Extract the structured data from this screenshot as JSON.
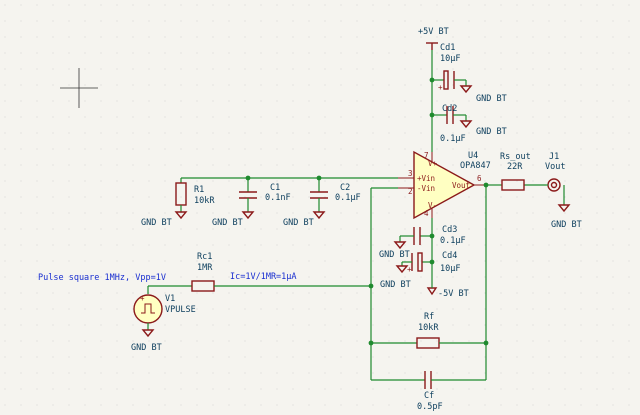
{
  "canvas": {
    "background": "#f5f4ef",
    "wire_color": "#1f8a2e",
    "symbol_color": "#8b1a1a",
    "body_fill": "#ffffc2",
    "text_color": "#0b3d5c",
    "note_color": "#1a2fd0"
  },
  "labels": {
    "pwr_pos": "+5V BT",
    "pwr_neg": "-5V BT",
    "gnd": "GND BT"
  },
  "components": {
    "cd1": {
      "ref": "Cd1",
      "value": "10µF"
    },
    "cd2": {
      "ref": "Cd2",
      "value": "0.1µF"
    },
    "cd3": {
      "ref": "Cd3",
      "value": "0.1µF"
    },
    "cd4": {
      "ref": "Cd4",
      "value": "10µF"
    },
    "u4": {
      "ref": "U4",
      "value": "OPA847",
      "pins": {
        "in_pos": "+Vin",
        "in_neg": "-Vin",
        "out": "Vout",
        "v_pos": "V+",
        "v_neg": "V-",
        "n3": "3",
        "n2": "2",
        "n6": "6",
        "n7": "7",
        "n4": "4"
      }
    },
    "r1": {
      "ref": "R1",
      "value": "10kR"
    },
    "c1": {
      "ref": "C1",
      "value": "0.1nF"
    },
    "c2": {
      "ref": "C2",
      "value": "0.1µF"
    },
    "rs_out": {
      "ref": "Rs_out",
      "value": "22R"
    },
    "j1": {
      "ref": "J1",
      "value": "Vout"
    },
    "rc1": {
      "ref": "Rc1",
      "value": "1MR"
    },
    "v1": {
      "ref": "V1",
      "value": "VPULSE"
    },
    "rf": {
      "ref": "Rf",
      "value": "10kR"
    },
    "cf": {
      "ref": "Cf",
      "value": "0.5pF"
    }
  },
  "notes": {
    "pulse": "Pulse square 1MHz, Vpp=1V",
    "current": "Ic=1V/1MR=1µA"
  }
}
